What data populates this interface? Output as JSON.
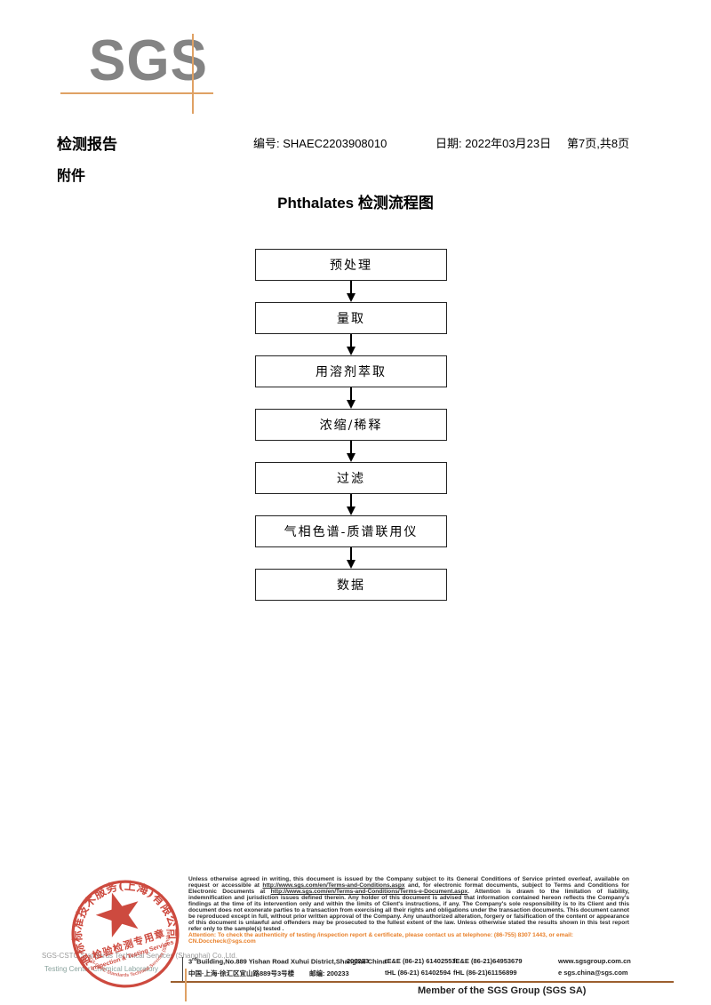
{
  "logo": {
    "text": "SGS"
  },
  "header": {
    "report_title": "检测报告",
    "report_no_label": "编号:",
    "report_no": "SHAEC2203908010",
    "date_label": "日期:",
    "date_value": "2022年03月23日",
    "page_info": "第7页,共8页",
    "attachment_label": "附件"
  },
  "flowchart": {
    "title": "Phthalates 检测流程图",
    "steps": [
      "预处理",
      "量取",
      "用溶剂萃取",
      "浓缩/稀释",
      "过滤",
      "气相色谱-质谱联用仪",
      "数据"
    ]
  },
  "stamp": {
    "ring_text_cn": "通标标准技术服务(上海)有限公司",
    "arc_text_en": "SGS-CSTC Standards Technical Services (Shanghai) Co.,Ltd.",
    "center_line1": "检验检测专用章",
    "center_line2": "Inspection & Testing Services"
  },
  "company_lines": {
    "line1": "SGS-CSTC Standards Technical Services (Shanghai) Co.,Ltd.",
    "line2": "Testing Center-Chemical Laboratory"
  },
  "legal": {
    "part1": "Unless otherwise agreed in writing, this document is issued by the Company subject to its General Conditions of Service printed overleaf, available on request or accessible at ",
    "url1": "http://www.sgs.com/en/Terms-and-Conditions.aspx",
    "part2": " and, for electronic format documents, subject to Terms and Conditions for Electronic Documents at ",
    "url2": "http://www.sgs.com/en/Terms-and-Conditions/Terms-e-Document.aspx",
    "part3": ". Attention is drawn to the limitation of liability, indemnification and jurisdiction issues defined therein. Any holder of this document is advised that information contained hereon reflects the Company's findings at the time of its intervention only and within the limits of Client's instructions, if any. The Company's sole responsibility is to its Client and this document does not exonerate parties to a transaction from exercising all their rights and obligations under the transaction documents. This document cannot be reproduced except in full, without prior written approval of the Company. Any unauthorized alteration, forgery or falsification of the content or appearance of this document is unlawful and offenders may be prosecuted to the fullest extent of the law. Unless otherwise stated the results shown in this test report refer only to the sample(s) tested ."
  },
  "attention": {
    "text": "Attention: To check the authenticity of testing /inspection report & certificate, please contact us at telephone: (86-755) 8307 1443, or email: CN.Doccheck@sgs.com"
  },
  "address": {
    "row1": {
      "building_num": "3",
      "building_sup": "rd",
      "street": "Building,No.889 Yishan Road Xuhui District,Shanghai China",
      "postcode": "200233",
      "tel": "tE&E (86-21) 61402553",
      "fax": "fE&E (86-21)64953679",
      "web": "www.sgsgroup.com.cn"
    },
    "row2": {
      "street": "中国·上海·徐汇区宜山路889号3号楼",
      "postcode_label": "邮编:",
      "postcode": "200233",
      "tel": "tHL (86-21) 61402594",
      "fax": "fHL (86-21)61156899",
      "email": "e  sgs.china@sgs.com"
    }
  },
  "footer": {
    "member_text": "Member of the SGS Group (SGS SA)"
  },
  "colors": {
    "stamp_red": "#c8372b",
    "accent_orange": "#dfa164",
    "attention_orange": "#e87f28",
    "rule_brown": "#9c5f2e",
    "logo_gray": "#848484"
  }
}
